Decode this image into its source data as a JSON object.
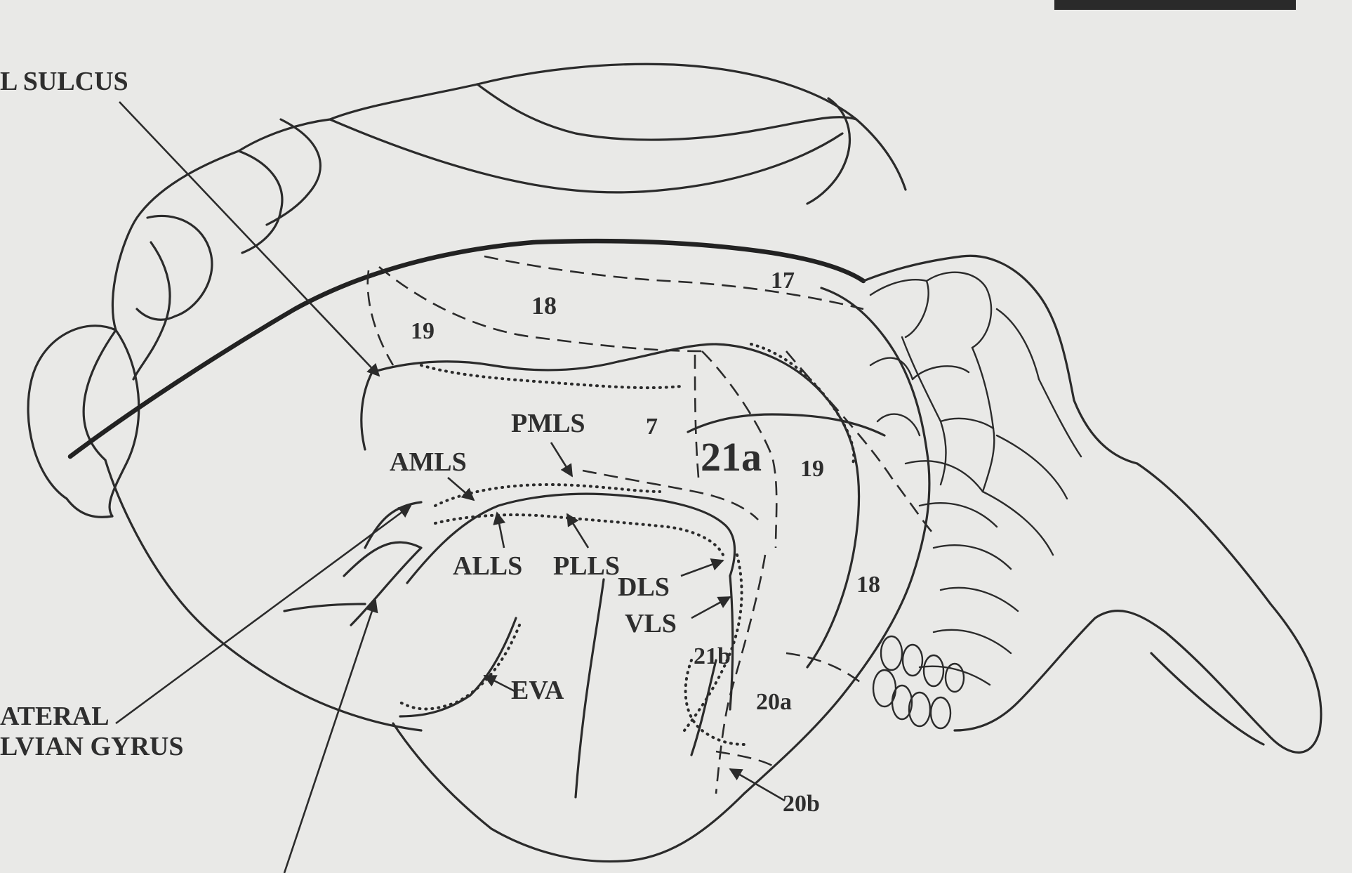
{
  "labels": {
    "sulcus": "L SULCUS",
    "lateral_line1": "ATERAL",
    "lateral_line2": "LVIAN GYRUS",
    "area_17": "17",
    "area_18_top": "18",
    "area_19_top": "19",
    "area_7": "7",
    "area_21a": "21a",
    "area_19_right": "19",
    "area_18_right": "18",
    "area_21b": "21b",
    "area_20a": "20a",
    "area_20b": "20b",
    "pmls": "PMLS",
    "amls": "AMLS",
    "alls": "ALLS",
    "plls": "PLLS",
    "dls": "DLS",
    "vls": "VLS",
    "eva": "EVA"
  },
  "colors": {
    "background": "#e9e9e7",
    "ink": "#2b2b2b"
  }
}
